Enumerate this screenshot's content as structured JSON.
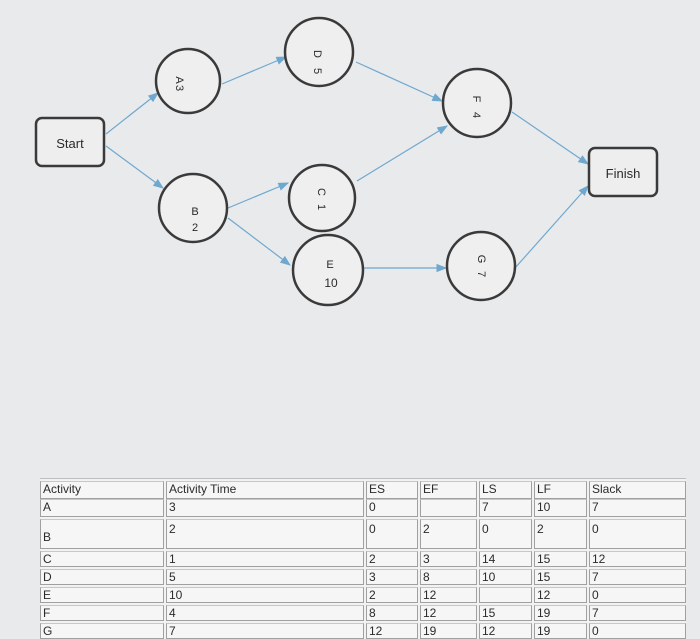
{
  "diagram": {
    "start_label": "Start",
    "finish_label": "Finish",
    "nodes": [
      {
        "id": "A",
        "letter": "A",
        "time": "3"
      },
      {
        "id": "B",
        "letter": "B",
        "time": "2"
      },
      {
        "id": "C",
        "letter": "C",
        "time": "1"
      },
      {
        "id": "D",
        "letter": "D",
        "time": "5"
      },
      {
        "id": "E",
        "letter": "E",
        "time": "10"
      },
      {
        "id": "F",
        "letter": "F",
        "time": "4"
      },
      {
        "id": "G",
        "letter": "G",
        "time": "7"
      }
    ],
    "edges": [
      [
        "start",
        "A"
      ],
      [
        "start",
        "B"
      ],
      [
        "A",
        "D"
      ],
      [
        "B",
        "C"
      ],
      [
        "B",
        "E"
      ],
      [
        "D",
        "F"
      ],
      [
        "C",
        "F"
      ],
      [
        "E",
        "G"
      ],
      [
        "F",
        "finish"
      ],
      [
        "G",
        "finish"
      ]
    ]
  },
  "table": {
    "headers": [
      "Activity",
      "Activity Time",
      "ES",
      "EF",
      "LS",
      "LF",
      "Slack"
    ],
    "rows": [
      {
        "activity": "A",
        "time": "3",
        "es": "0",
        "ef": "",
        "ls": "7",
        "lf": "10",
        "slack": "7"
      },
      {
        "activity": "B",
        "time": "2",
        "es": "0",
        "ef": "2",
        "ls": "0",
        "lf": "2",
        "slack": "0"
      },
      {
        "activity": "C",
        "time": "1",
        "es": "2",
        "ef": "3",
        "ls": "14",
        "lf": "15",
        "slack": "12"
      },
      {
        "activity": "D",
        "time": "5",
        "es": "3",
        "ef": "8",
        "ls": "10",
        "lf": "15",
        "slack": "7"
      },
      {
        "activity": "E",
        "time": "10",
        "es": "2",
        "ef": "12",
        "ls": "",
        "lf": "12",
        "slack": "0"
      },
      {
        "activity": "F",
        "time": "4",
        "es": "8",
        "ef": "12",
        "ls": "15",
        "lf": "19",
        "slack": "7"
      },
      {
        "activity": "G",
        "time": "7",
        "es": "12",
        "ef": "19",
        "ls": "12",
        "lf": "19",
        "slack": "0"
      }
    ]
  }
}
